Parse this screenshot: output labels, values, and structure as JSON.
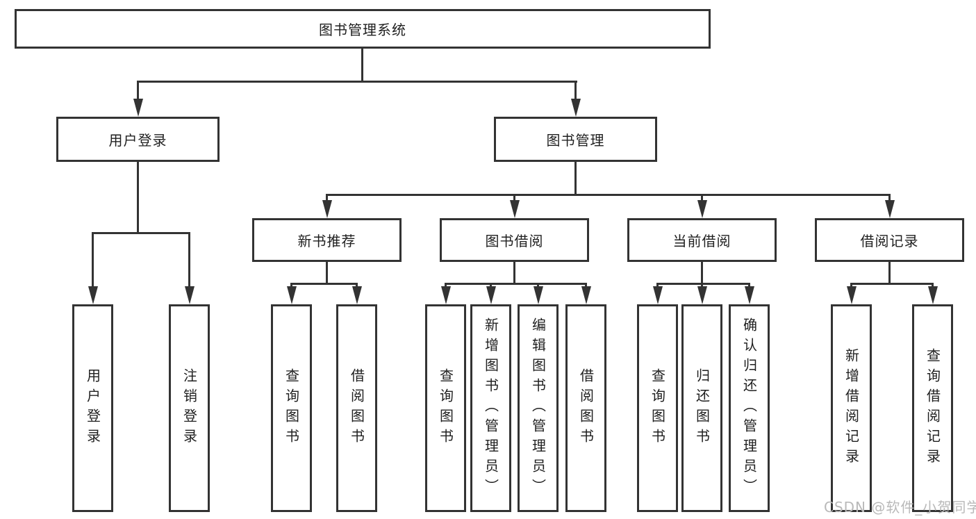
{
  "tree": {
    "label": "图书管理系统",
    "children": [
      {
        "label": "用户登录",
        "children": [
          {
            "label": "用户登录"
          },
          {
            "label": "注销登录"
          }
        ]
      },
      {
        "label": "图书管理",
        "children": [
          {
            "label": "新书推荐",
            "children": [
              {
                "label": "查询图书"
              },
              {
                "label": "借阅图书"
              }
            ]
          },
          {
            "label": "图书借阅",
            "children": [
              {
                "label": "查询图书"
              },
              {
                "label": "新增图书（管理员）"
              },
              {
                "label": "编辑图书（管理员）"
              },
              {
                "label": "借阅图书"
              }
            ]
          },
          {
            "label": "当前借阅",
            "children": [
              {
                "label": "查询图书"
              },
              {
                "label": "归还图书"
              },
              {
                "label": "确认归还（管理员）"
              }
            ]
          },
          {
            "label": "借阅记录",
            "children": [
              {
                "label": "新增借阅记录"
              },
              {
                "label": "查询借阅记录"
              }
            ]
          }
        ]
      }
    ]
  },
  "watermark": {
    "text": "CSDN @软件_小贺同学"
  },
  "colors": {
    "line": "#333333",
    "text": "#1f1f1f",
    "background": "#ffffff",
    "watermark": "#b9b9b9"
  }
}
